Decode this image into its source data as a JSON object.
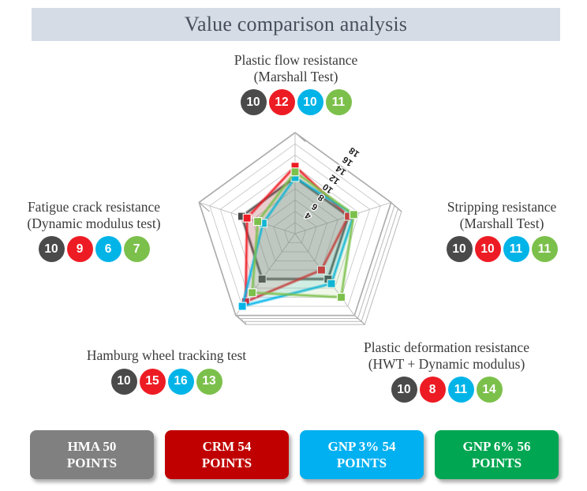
{
  "header": {
    "title": "Value comparison analysis",
    "background_color": "#d6dce5",
    "text_color": "#464f5c"
  },
  "series_colors": {
    "hma": "#4a4a4a",
    "crm": "#ed1c24",
    "gnp3": "#00b4e8",
    "gnp6": "#7cc04c"
  },
  "axes": {
    "top": {
      "label_line1": "Plastic flow resistance",
      "label_line2": "(Marshall Test)",
      "badges": [
        {
          "value": "10",
          "color": "#4a4a4a"
        },
        {
          "value": "12",
          "color": "#ed1c24"
        },
        {
          "value": "10",
          "color": "#00b4e8"
        },
        {
          "value": "11",
          "color": "#7cc04c"
        }
      ]
    },
    "left": {
      "label_line1": "Fatigue crack resistance",
      "label_line2": "(Dynamic modulus test)",
      "badges": [
        {
          "value": "10",
          "color": "#4a4a4a"
        },
        {
          "value": "9",
          "color": "#ed1c24"
        },
        {
          "value": "6",
          "color": "#00b4e8"
        },
        {
          "value": "7",
          "color": "#7cc04c"
        }
      ]
    },
    "right": {
      "label_line1": "Stripping resistance",
      "label_line2": "(Marshall Test)",
      "badges": [
        {
          "value": "10",
          "color": "#4a4a4a"
        },
        {
          "value": "10",
          "color": "#ed1c24"
        },
        {
          "value": "11",
          "color": "#00b4e8"
        },
        {
          "value": "11",
          "color": "#7cc04c"
        }
      ]
    },
    "bottom_left": {
      "label_line1": "Hamburg wheel tracking test",
      "label_line2": "",
      "badges": [
        {
          "value": "10",
          "color": "#4a4a4a"
        },
        {
          "value": "15",
          "color": "#ed1c24"
        },
        {
          "value": "16",
          "color": "#00b4e8"
        },
        {
          "value": "13",
          "color": "#7cc04c"
        }
      ]
    },
    "bottom_right": {
      "label_line1": "Plastic deformation resistance",
      "label_line2": "(HWT + Dynamic modulus)",
      "badges": [
        {
          "value": "10",
          "color": "#4a4a4a"
        },
        {
          "value": "8",
          "color": "#ed1c24"
        },
        {
          "value": "11",
          "color": "#00b4e8"
        },
        {
          "value": "14",
          "color": "#7cc04c"
        }
      ]
    }
  },
  "legend": {
    "items": [
      {
        "line1": "HMA 50",
        "line2": "POINTS",
        "color": "#808080"
      },
      {
        "line1": "CRM 54",
        "line2": "POINTS",
        "color": "#c00000"
      },
      {
        "line1": "GNP 3% 54",
        "line2": "POINTS",
        "color": "#00b0f0"
      },
      {
        "line1": "GNP 6% 56",
        "line2": "POINTS",
        "color": "#00a651"
      }
    ]
  },
  "chart_data": {
    "type": "radar",
    "title": "Value comparison analysis",
    "categories": [
      "Plastic flow resistance (Marshall Test)",
      "Stripping resistance (Marshall Test)",
      "Plastic deformation resistance (HWT + Dynamic modulus)",
      "Hamburg wheel tracking test",
      "Fatigue crack resistance (Dynamic modulus test)"
    ],
    "tick_labels": [
      "4",
      "6",
      "8",
      "10",
      "12",
      "14",
      "16",
      "18"
    ],
    "rlim": [
      0,
      18
    ],
    "rtick_step": 2,
    "grid": true,
    "legend_position": "bottom",
    "series": [
      {
        "name": "HMA 50 POINTS",
        "color": "#4a4a4a",
        "total": 50,
        "values": [
          10,
          10,
          10,
          10,
          10
        ]
      },
      {
        "name": "CRM 54 POINTS",
        "color": "#ed1c24",
        "total": 54,
        "values": [
          12,
          10,
          8,
          15,
          9
        ]
      },
      {
        "name": "GNP 3% 54 POINTS",
        "color": "#00b4e8",
        "total": 54,
        "values": [
          10,
          11,
          11,
          16,
          6
        ]
      },
      {
        "name": "GNP 6% 56 POINTS",
        "color": "#7cc04c",
        "total": 56,
        "values": [
          11,
          11,
          14,
          13,
          7
        ]
      }
    ]
  }
}
